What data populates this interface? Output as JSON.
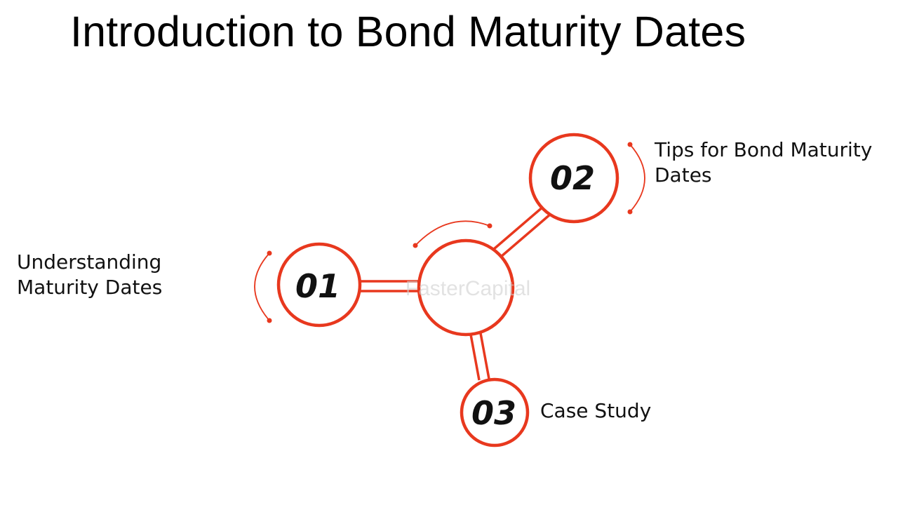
{
  "title": "Introduction to Bond Maturity Dates",
  "accent_color": "#e8381e",
  "watermark": "FasterCapital",
  "nodes": [
    {
      "number": "01",
      "label_lines": [
        "Understanding",
        "Maturity Dates"
      ]
    },
    {
      "number": "02",
      "label_lines": [
        "Tips for Bond Maturity",
        "Dates"
      ]
    },
    {
      "number": "03",
      "label_lines": [
        "Case Study"
      ]
    }
  ]
}
